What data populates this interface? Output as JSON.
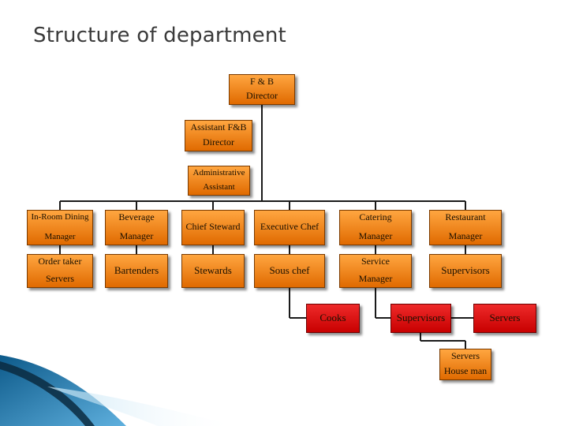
{
  "slide": {
    "title": "Structure of department"
  },
  "top": {
    "fb_director": [
      "F & B",
      "Director"
    ],
    "assistant_director": [
      "Assistant F&B",
      "Director"
    ],
    "admin_assistant": [
      "Administrative",
      "Assistant"
    ]
  },
  "managers": {
    "in_room": [
      "In-Room Dining",
      "Manager"
    ],
    "beverage": [
      "Beverage",
      "Manager"
    ],
    "chief_steward": [
      "Chief Steward"
    ],
    "executive_chef": [
      "Executive Chef"
    ],
    "catering": [
      "Catering",
      "Manager"
    ],
    "restaurant": [
      "Restaurant",
      "Manager"
    ]
  },
  "staff": {
    "in_room": [
      "Order taker",
      "Servers"
    ],
    "beverage": [
      "Bartenders"
    ],
    "chief_steward": [
      "Stewards"
    ],
    "executive_chef": [
      "Sous chef"
    ],
    "catering": [
      "Service",
      "Manager"
    ],
    "restaurant": [
      "Supervisors"
    ]
  },
  "sub": {
    "cooks": "Cooks",
    "supervisors": "Supervisors",
    "servers": "Servers",
    "servers_houseman": [
      "Servers",
      "House man"
    ]
  },
  "colors": {
    "box_top": "#ffa640",
    "box_bottom": "#e06a00",
    "red_top": "#ee2a2a",
    "red_bottom": "#c80000",
    "line": "#1a1a1a",
    "title": "#3a3a3a"
  }
}
